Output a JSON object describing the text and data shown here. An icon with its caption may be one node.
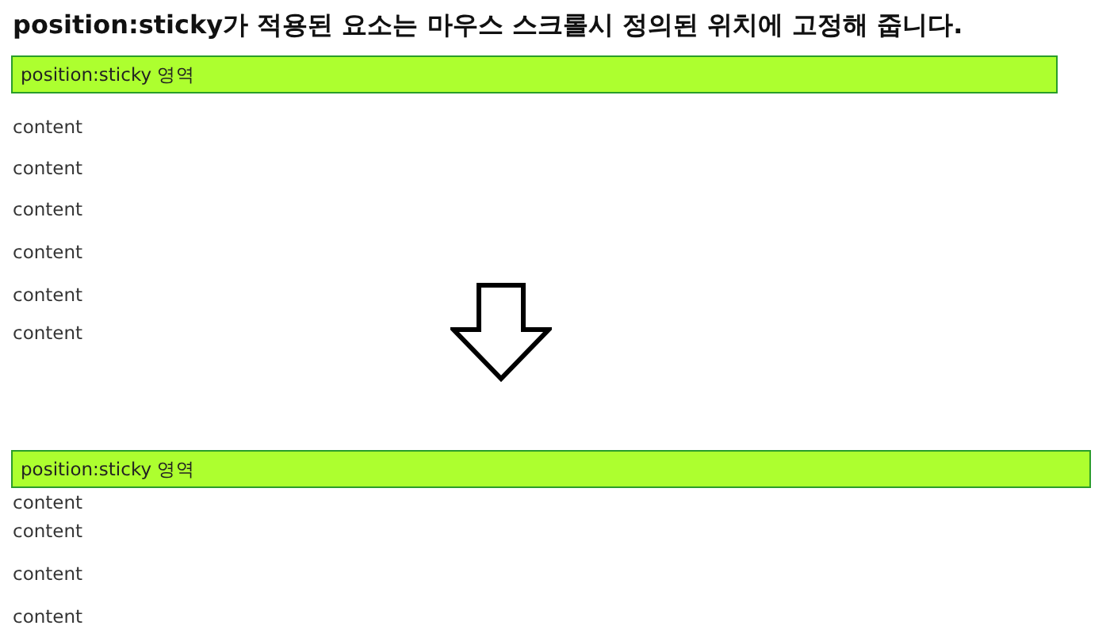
{
  "diagram": {
    "title": "position:sticky가 적용된 요소는 마우스 스크롤시 정의된 위치에 고정해 줍니다.",
    "nodes": [
      {
        "text": [
          "position:sticky 영역"
        ]
      },
      {
        "text": [
          "position:sticky 영역"
        ]
      }
    ],
    "labels": [
      "content",
      "content",
      "content",
      "content",
      "content",
      "content",
      "content",
      "content",
      "content",
      "content"
    ]
  }
}
